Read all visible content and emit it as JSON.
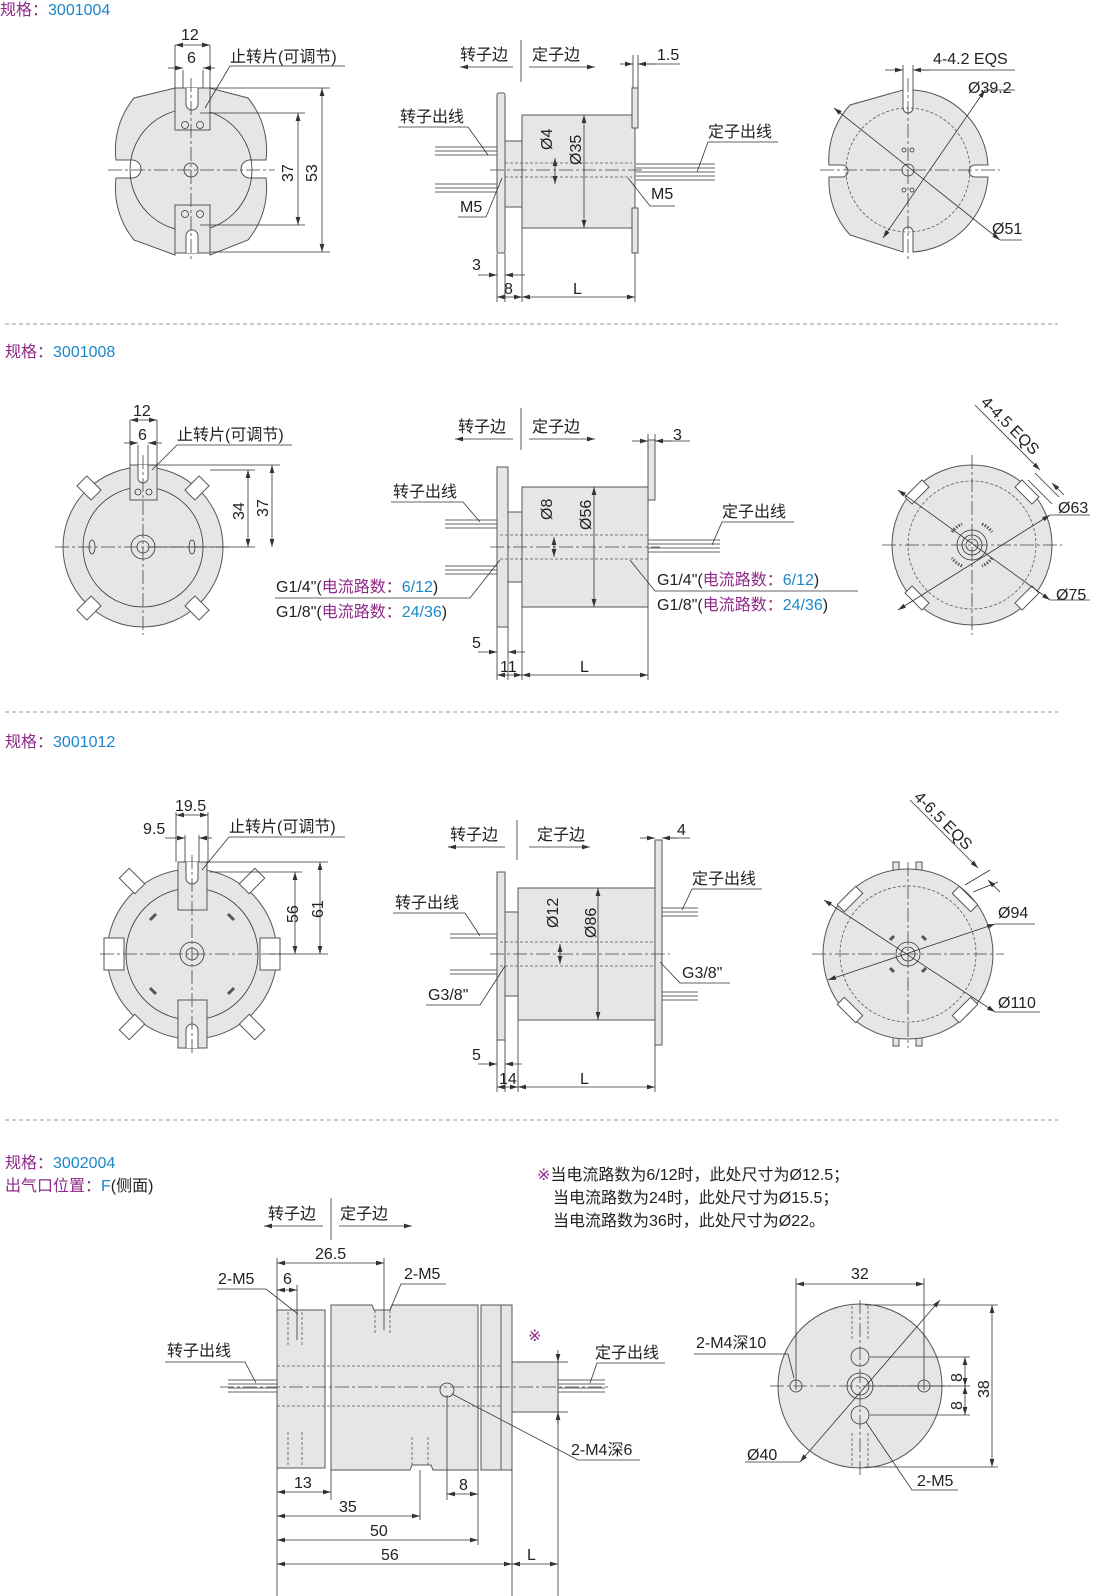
{
  "spec_label": "规格：",
  "section1": {
    "spec": "3001004",
    "dim_12": "12",
    "dim_6": "6",
    "stop_plate": "止转片(可调节)",
    "dim_37": "37",
    "dim_53": "53",
    "rotor_side": "转子边",
    "stator_side": "定子边",
    "dim_1_5": "1.5",
    "rotor_wire": "转子出线",
    "stator_wire": "定子出线",
    "dia_4": "Ø4",
    "dia_35": "Ø35",
    "m5_left": "M5",
    "m5_right": "M5",
    "dim_3": "3",
    "dim_8": "8",
    "dim_L": "L",
    "eqs": "4-4.2 EQS",
    "dia_39_2": "Ø39.2",
    "dia_51": "Ø51"
  },
  "section2": {
    "spec": "3001008",
    "dim_12": "12",
    "dim_6": "6",
    "stop_plate": "止转片(可调节)",
    "dim_34": "34",
    "dim_37": "37",
    "rotor_side": "转子边",
    "stator_side": "定子边",
    "dim_3": "3",
    "rotor_wire": "转子出线",
    "stator_wire": "定子出线",
    "dia_8": "Ø8",
    "dia_56": "Ø56",
    "ports": [
      {
        "thread": "G1/4\"(",
        "label": "电流路数：",
        "value": "6/12",
        "close": ")"
      },
      {
        "thread": "G1/8\"(",
        "label": "电流路数：",
        "value": "24/36",
        "close": ")"
      }
    ],
    "dim_5": "5",
    "dim_11": "11",
    "dim_L": "L",
    "eqs": "4-4.5 EQS",
    "dia_63": "Ø63",
    "dia_75": "Ø75"
  },
  "section3": {
    "spec": "3001012",
    "dim_19_5": "19.5",
    "dim_9_5": "9.5",
    "stop_plate": "止转片(可调节)",
    "dim_56": "56",
    "dim_61": "61",
    "rotor_side": "转子边",
    "stator_side": "定子边",
    "dim_4": "4",
    "rotor_wire": "转子出线",
    "stator_wire": "定子出线",
    "dia_12": "Ø12",
    "dia_86": "Ø86",
    "g38_left": "G3/8\"",
    "g38_right": "G3/8\"",
    "dim_5": "5",
    "dim_14": "14",
    "dim_L": "L",
    "eqs": "4-6.5 EQS",
    "dia_94": "Ø94",
    "dia_110": "Ø110"
  },
  "section4": {
    "spec": "3002004",
    "outlet_label": "出气口位置：",
    "outlet_value": "F",
    "outlet_note": "(侧面)",
    "note_mark": "※",
    "notes": [
      "当电流路数为6/12时，此处尺寸为Ø12.5；",
      "当电流路数为24时，此处尺寸为Ø15.5；",
      "当电流路数为36时，此处尺寸为Ø22。"
    ],
    "rotor_side": "转子边",
    "stator_side": "定子边",
    "dim_26_5": "26.5",
    "m5_a": "2-M5",
    "dim_6": "6",
    "m5_b": "2-M5",
    "rotor_wire": "转子出线",
    "stator_wire": "定子出线",
    "m4_6": "2-M4深6",
    "dim_13": "13",
    "dim_8": "8",
    "dim_35": "35",
    "dim_50": "50",
    "dim_56": "56",
    "dim_L": "L",
    "dim_32": "32",
    "m4_10": "2-M4深10",
    "dim_8a": "8",
    "dim_8b": "8",
    "dim_38": "38",
    "dia_40": "Ø40",
    "m5_c": "2-M5"
  }
}
